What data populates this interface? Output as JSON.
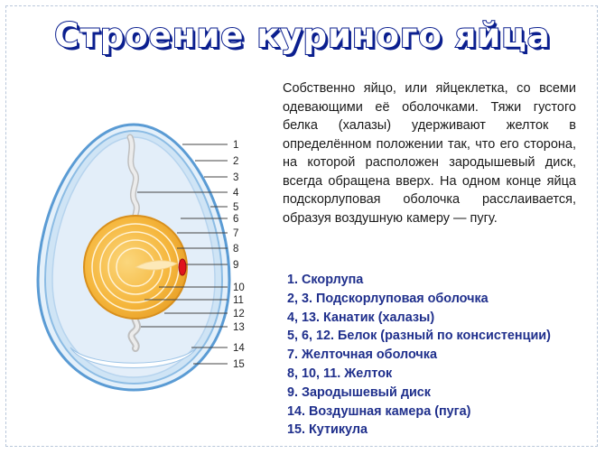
{
  "title": "Строение куриного яйца",
  "description": "Собственно яйцо, или яйцеклетка, со всеми одевающими её оболочками. Тяжи густого белка (халазы) удерживают желток в определённом положении так, что его сторона, на которой расположен зародышевый диск, всегда обращена вверх. На одном конце яйца подскорлуповая оболочка расслаивается, образуя воздушную камеру — пугу.",
  "diagram_labels": [
    "1",
    "2",
    "3",
    "4",
    "5",
    "6",
    "7",
    "8",
    "9",
    "10",
    "11",
    "12",
    "13",
    "14",
    "15"
  ],
  "legend": [
    "1. Скорлупа",
    "2, 3. Подскорлуповая оболочка",
    "4, 13. Канатик (халазы)",
    "5, 6, 12. Белок (разный по консистенции)",
    "7. Желточная оболочка",
    "8, 10, 11. Желток",
    "9. Зародышевый диск",
    "14. Воздушная камера (пуга)",
    "15. Кутикула"
  ],
  "colors": {
    "title_outline": "#0b1f8f",
    "legend_text": "#1f2f8c",
    "shell": "#6aa6d8",
    "albumen": "#dcecf8",
    "yolk": "#f5b63c",
    "embryo_disc": "#e0141c"
  }
}
